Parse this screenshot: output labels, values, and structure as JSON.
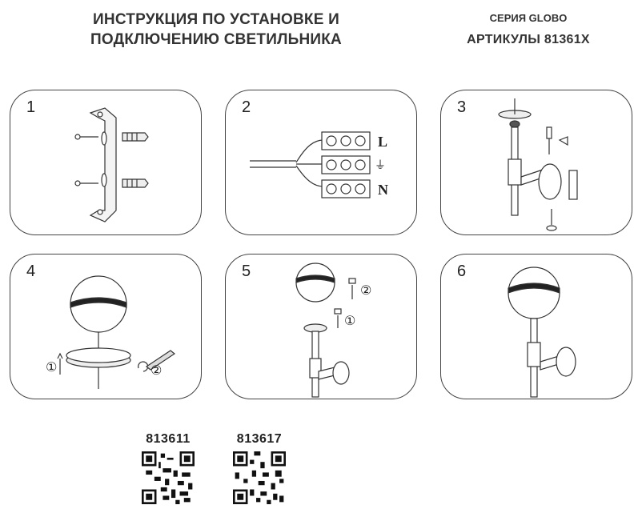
{
  "header": {
    "title_line1": "ИНСТРУКЦИЯ ПО УСТАНОВКЕ И",
    "title_line2": "ПОДКЛЮЧЕНИЮ СВЕТИЛЬНИКА",
    "series": "СЕРИЯ GLOBO",
    "articles": "АРТИКУЛЫ 81361X"
  },
  "steps": [
    {
      "number": "1"
    },
    {
      "number": "2",
      "terminals": [
        "L",
        "⏚",
        "N"
      ]
    },
    {
      "number": "3"
    },
    {
      "number": "4",
      "order_marks": [
        "①",
        "②"
      ]
    },
    {
      "number": "5",
      "order_marks": [
        "②",
        "①"
      ]
    },
    {
      "number": "6"
    }
  ],
  "qr_codes": [
    {
      "article": "813611"
    },
    {
      "article": "813617"
    }
  ]
}
